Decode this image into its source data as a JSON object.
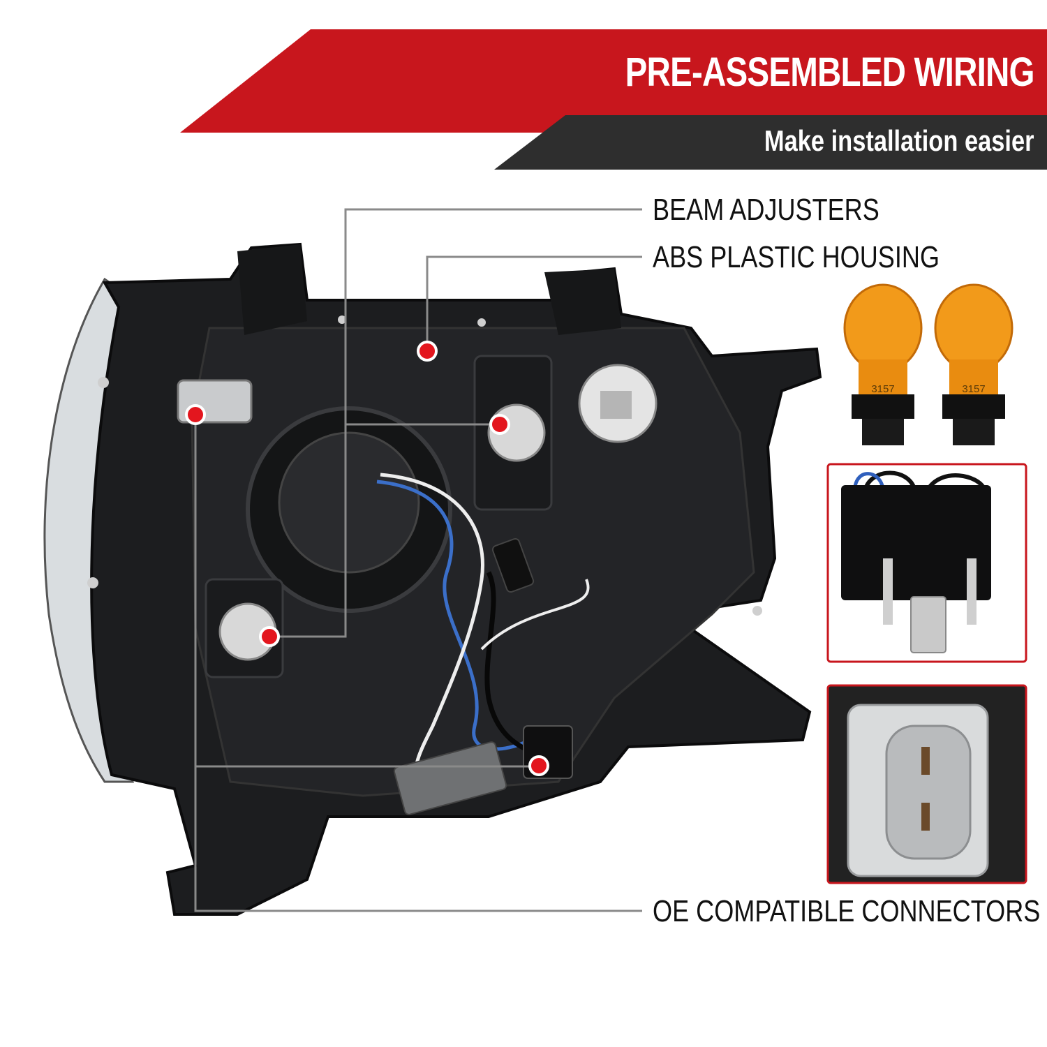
{
  "header": {
    "title": "PRE-ASSEMBLED WIRING",
    "subtitle": "Make installation easier"
  },
  "callouts": {
    "beam_adjusters": "BEAM ADJUSTERS",
    "abs_housing": "ABS PLASTIC HOUSING",
    "oe_connectors": "OE COMPATIBLE CONNECTORS"
  },
  "bulbs": {
    "label_left": "3157",
    "label_right": "3157"
  },
  "colors": {
    "banner_red": "#c8161d",
    "banner_dark": "#2e2e2e",
    "marker_red": "#e3161e",
    "leader_gray": "#8a8a8a",
    "amber": "#f29a1a"
  }
}
